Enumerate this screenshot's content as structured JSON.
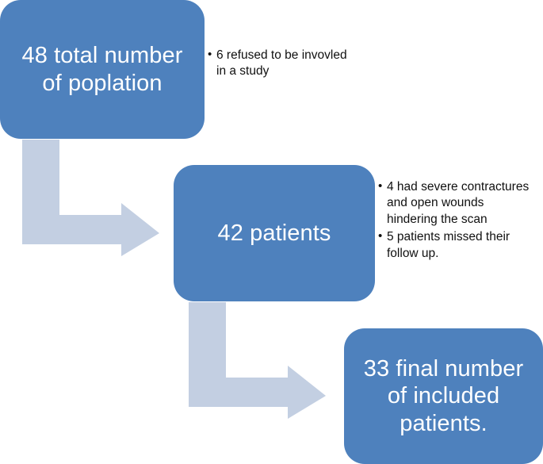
{
  "diagram": {
    "type": "participant-flow-chart",
    "colors": {
      "node_fill": "#4E81BD",
      "node_text": "#FFFFFF",
      "arrow_fill": "#C3CFE2",
      "annotation_text": "#101010",
      "background": "#FFFFFF"
    },
    "nodes": [
      {
        "id": "population",
        "label": "48 total number\nof poplation",
        "count": 48
      },
      {
        "id": "patients",
        "label": "42 patients",
        "count": 42
      },
      {
        "id": "final",
        "label": "33 final number\nof included\npatients.",
        "count": 33
      }
    ],
    "arrows": [
      {
        "id": "arrow-one",
        "from": "population",
        "to": "patients",
        "shape": "bent-down-right"
      },
      {
        "id": "arrow-two",
        "from": "patients",
        "to": "final",
        "shape": "bent-down-right"
      }
    ],
    "annotations": [
      {
        "id": "refused",
        "attached_to": "population",
        "bullets": [
          "6 refused to be invovled in a study"
        ]
      },
      {
        "id": "excluded",
        "attached_to": "patients",
        "bullets": [
          "4 had severe contractures and open wounds hindering the scan",
          "5 patients missed their follow up."
        ]
      }
    ]
  }
}
